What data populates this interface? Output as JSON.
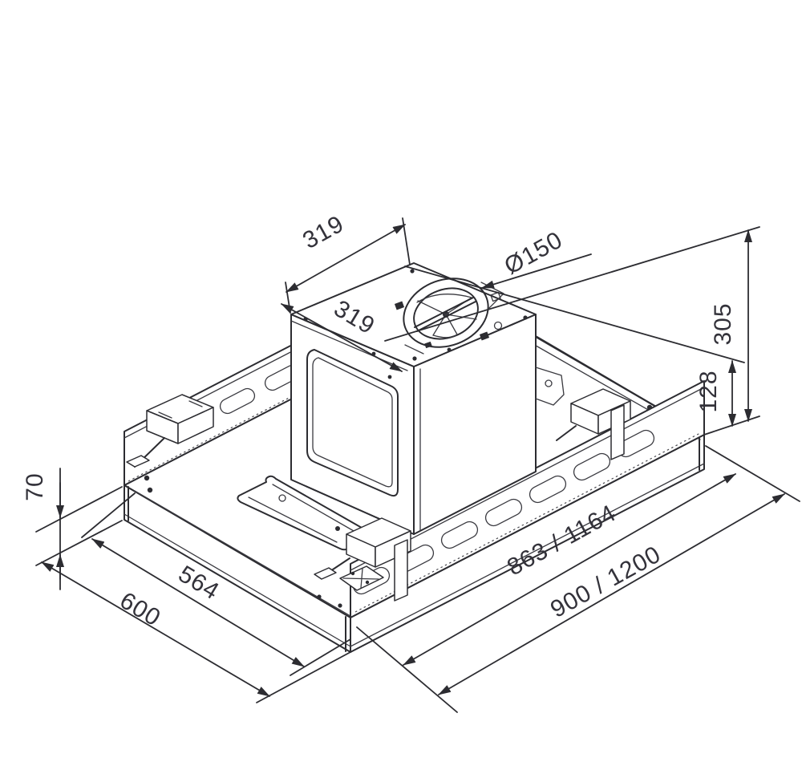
{
  "drawing": {
    "type": "isometric technical dimension drawing",
    "subject": "ceiling built-in extractor hood unit with mounting rails and brackets",
    "colors": {
      "background": "#ffffff",
      "line": "#2c2c31",
      "text": "#33323a"
    },
    "dims": {
      "box_depth": "319",
      "box_width": "319",
      "duct_diameter": "Ø150",
      "total_height": "305",
      "rail_height": "128",
      "panel_thickness": "70",
      "cutout_width": "564",
      "body_width": "600",
      "cutout_length": "863 / 1164",
      "body_length": "900 / 1200"
    }
  }
}
